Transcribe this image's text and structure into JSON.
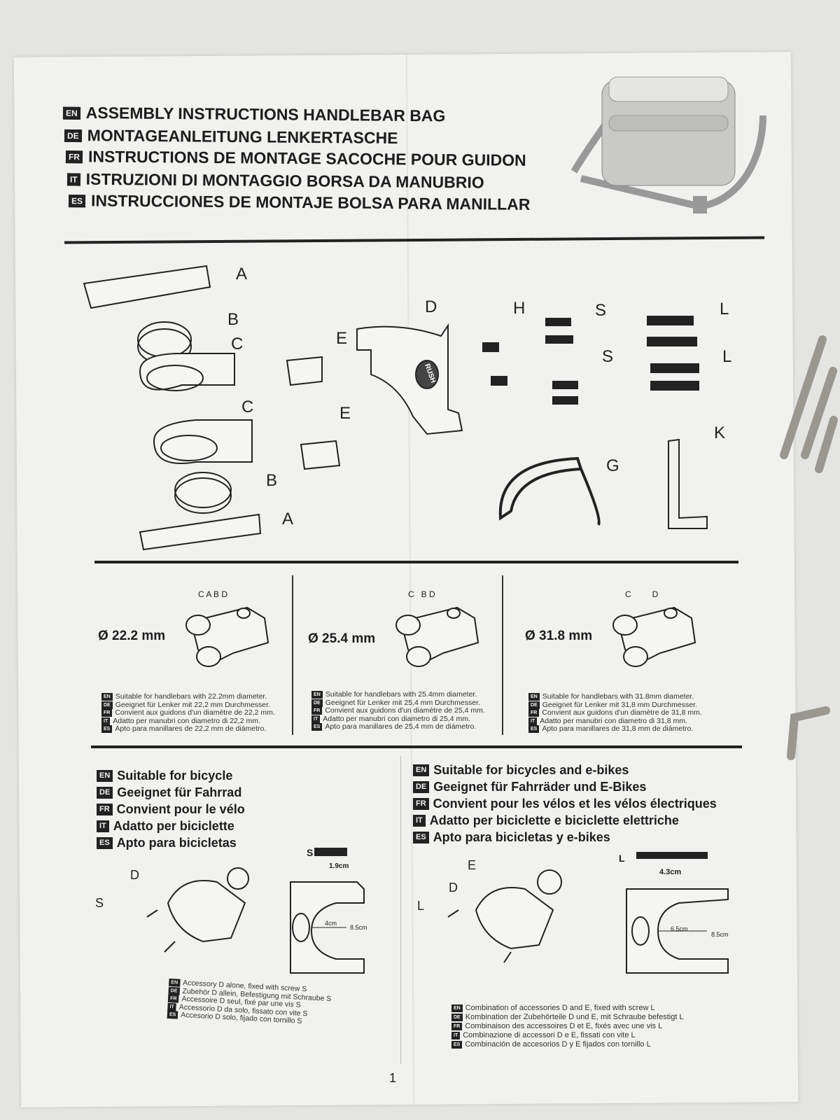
{
  "title_lines": [
    {
      "lang": "EN",
      "text": "ASSEMBLY INSTRUCTIONS HANDLEBAR BAG"
    },
    {
      "lang": "DE",
      "text": "MONTAGEANLEITUNG LENKERTASCHE"
    },
    {
      "lang": "FR",
      "text": "INSTRUCTIONS DE MONTAGE SACOCHE POUR GUIDON"
    },
    {
      "lang": "IT",
      "text": "ISTRUZIONI DI MONTAGGIO BORSA DA MANUBRIO"
    },
    {
      "lang": "ES",
      "text": "INSTRUCCIONES DE MONTAJE BOLSA PARA MANILLAR"
    }
  ],
  "parts": {
    "A": "A",
    "B": "B",
    "C": "C",
    "D": "D",
    "E": "E",
    "G": "G",
    "H": "H",
    "K": "K",
    "L": "L",
    "S": "S",
    "logo": "RUSH"
  },
  "diameters": [
    {
      "size": "Ø 22.2 mm",
      "labels": "C A B D",
      "lines": [
        {
          "lang": "EN",
          "text": "Suitable for handlebars with 22.2mm diameter."
        },
        {
          "lang": "DE",
          "text": "Geeignet für Lenker mit 22,2 mm Durchmesser."
        },
        {
          "lang": "FR",
          "text": "Convient aux guidons d'un diamètre de 22,2 mm."
        },
        {
          "lang": "IT",
          "text": "Adatto per manubri con diametro di 22,2 mm."
        },
        {
          "lang": "ES",
          "text": "Apto para manillares de 22,2 mm de diámetro."
        }
      ]
    },
    {
      "size": "Ø 25.4 mm",
      "labels": "C   B D",
      "lines": [
        {
          "lang": "EN",
          "text": "Suitable for handlebars with 25.4mm diameter."
        },
        {
          "lang": "DE",
          "text": "Geeignet für Lenker mit 25,4 mm Durchmesser."
        },
        {
          "lang": "FR",
          "text": "Convient aux guidons d'un diamètre de 25,4 mm."
        },
        {
          "lang": "IT",
          "text": "Adatto per manubri con diametro di 25,4 mm."
        },
        {
          "lang": "ES",
          "text": "Apto para manillares de 25,4 mm de diámetro."
        }
      ]
    },
    {
      "size": "Ø 31.8 mm",
      "labels": "C         D",
      "lines": [
        {
          "lang": "EN",
          "text": "Suitable for handlebars with 31.8mm diameter."
        },
        {
          "lang": "DE",
          "text": "Geeignet für Lenker mit 31,8 mm Durchmesser."
        },
        {
          "lang": "FR",
          "text": "Convient aux guidons d'un diamètre de 31,8 mm."
        },
        {
          "lang": "IT",
          "text": "Adatto per manubri con diametro di 31,8 mm."
        },
        {
          "lang": "ES",
          "text": "Apto para manillares de 31,8 mm de diámetro."
        }
      ]
    }
  ],
  "bicycle": {
    "heading": [
      {
        "lang": "EN",
        "text": "Suitable for bicycle"
      },
      {
        "lang": "DE",
        "text": "Geeignet für Fahrrad"
      },
      {
        "lang": "FR",
        "text": "Convient pour le vélo"
      },
      {
        "lang": "IT",
        "text": "Adatto per biciclette"
      },
      {
        "lang": "ES",
        "text": "Apto para bicicletas"
      }
    ],
    "screw": "S",
    "screw_len": "1.9cm",
    "dim_w": "4cm",
    "dim_h": "8.5cm",
    "label_d": "D",
    "label_s": "S",
    "notes": [
      {
        "lang": "EN",
        "text": "Accessory D alone, fixed with screw S"
      },
      {
        "lang": "DE",
        "text": "Zubehör D allein, Befestigung mit Schraube S"
      },
      {
        "lang": "FR",
        "text": "Accessoire D seul, fixé par une vis S"
      },
      {
        "lang": "IT",
        "text": "Accessorio D da solo, fissato con vite S"
      },
      {
        "lang": "ES",
        "text": "Accesorio D solo, fijado con tornillo S"
      }
    ]
  },
  "ebike": {
    "heading": [
      {
        "lang": "EN",
        "text": "Suitable for bicycles and e-bikes"
      },
      {
        "lang": "DE",
        "text": "Geeignet für Fahrräder und E-Bikes"
      },
      {
        "lang": "FR",
        "text": "Convient pour les vélos et les vélos électriques"
      },
      {
        "lang": "IT",
        "text": "Adatto per biciclette e biciclette elettriche"
      },
      {
        "lang": "ES",
        "text": "Apto para bicicletas y e-bikes"
      }
    ],
    "screw": "L",
    "screw_len": "4.3cm",
    "dim_w": "6.5cm",
    "dim_h": "8.5cm",
    "label_e": "E",
    "label_d": "D",
    "label_l": "L",
    "notes": [
      {
        "lang": "EN",
        "text": "Combination of accessories D and E, fixed with screw L"
      },
      {
        "lang": "DE",
        "text": "Kombination der Zubehörteile D und E, mit Schraube befestigt L"
      },
      {
        "lang": "FR",
        "text": "Combinaison des accessoires D et E, fixés avec une vis L"
      },
      {
        "lang": "IT",
        "text": "Combinazione di accessori D e E, fissati con vite L"
      },
      {
        "lang": "ES",
        "text": "Combinación de accesorios D y E fijados con tornillo L"
      }
    ]
  },
  "page_number": "1"
}
